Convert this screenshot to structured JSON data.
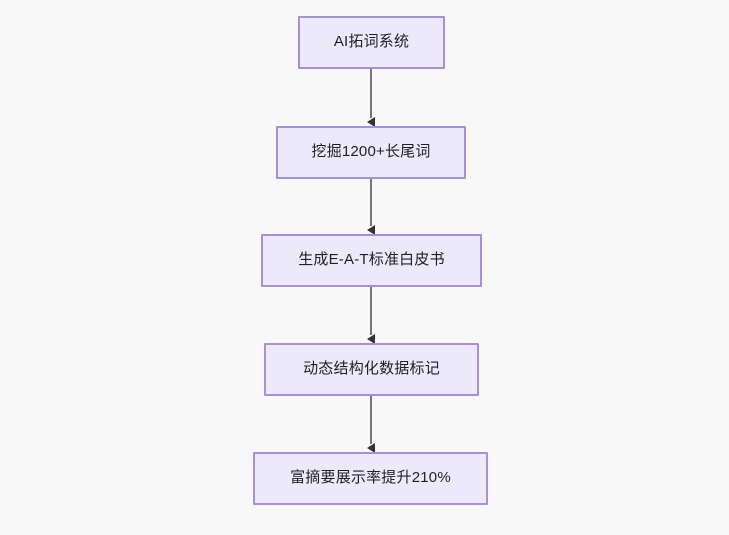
{
  "diagram": {
    "type": "flowchart",
    "direction": "top-to-bottom",
    "background_color": "#f8f8f8",
    "node_fill_color": "#ece9fb",
    "node_border_color": "#a98fd9",
    "node_text_color": "#1f2023",
    "edge_color": "#777777",
    "arrowhead_color": "#333333",
    "nodes": [
      {
        "id": "n0",
        "label": "AI拓词系统"
      },
      {
        "id": "n1",
        "label": "挖掘1200+长尾词"
      },
      {
        "id": "n2",
        "label": "生成E-A-T标准白皮书"
      },
      {
        "id": "n3",
        "label": "动态结构化数据标记"
      },
      {
        "id": "n4",
        "label": "富摘要展示率提升210%"
      }
    ],
    "edges": [
      {
        "from": "n0",
        "to": "n1",
        "label": ""
      },
      {
        "from": "n1",
        "to": "n2",
        "label": ""
      },
      {
        "from": "n2",
        "to": "n3",
        "label": ""
      },
      {
        "from": "n3",
        "to": "n4",
        "label": ""
      }
    ]
  }
}
